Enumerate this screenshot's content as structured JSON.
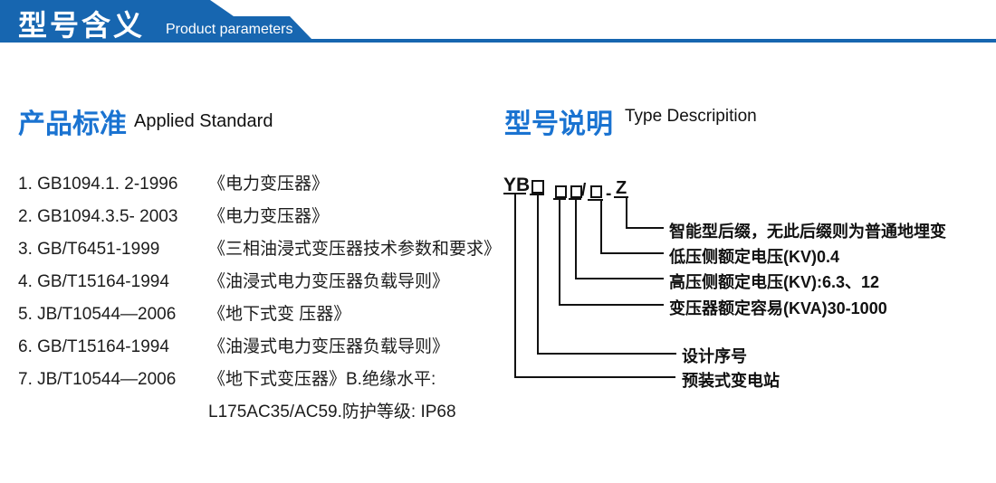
{
  "header": {
    "title": "型号含义",
    "subtitle": "Product parameters"
  },
  "colors": {
    "banner_blue": "#1766b0",
    "heading_blue": "#1a73d1",
    "text_black": "#111111"
  },
  "left": {
    "heading_cn": "产品标准",
    "heading_en": "Applied Standard",
    "standards": [
      {
        "code": "1. GB1094.1. 2-1996",
        "desc": "《电力变压器》"
      },
      {
        "code": "2. GB1094.3.5- 2003",
        "desc": "《电力变压器》"
      },
      {
        "code": "3. GB/T6451-1999",
        "desc": "《三相油浸式变压器技术参数和要求》"
      },
      {
        "code": "4. GB/T15164-1994",
        "desc": "《油浸式电力变压器负载导则》"
      },
      {
        "code": "5. JB/T10544—2006",
        "desc": "《地下式变 压器》"
      },
      {
        "code": "6. GB/T15164-1994",
        "desc": "《油漫式电力变压器负载导则》"
      },
      {
        "code": "7. JB/T10544—2006",
        "desc": "《地下式变压器》B.绝缘水平:"
      }
    ],
    "continuation": "L175AC35/AC59.防护等级: IP68"
  },
  "right": {
    "heading_cn": "型号说明",
    "heading_en": "Type Descripition",
    "model_code": {
      "prefix": "YB",
      "boxes": [
        "□",
        "□",
        "□",
        "□"
      ],
      "separator": "/",
      "dash": "-",
      "suffix": "Z"
    },
    "labels": [
      {
        "connects_to": "-Z",
        "text": "智能型后缀，无此后缀则为普通地埋变"
      },
      {
        "connects_to": "/□",
        "text": "低压侧额定电压(KV)0.4"
      },
      {
        "connects_to": "□ (high)",
        "text": "高压侧额定电压(KV):6.3、12"
      },
      {
        "connects_to": "□ (kva)",
        "text": "变压器额定容易(KVA)30-1000"
      },
      {
        "connects_to": "□ (design)",
        "text": "设计序号"
      },
      {
        "connects_to": "YB",
        "text": "预装式变电站"
      }
    ]
  }
}
